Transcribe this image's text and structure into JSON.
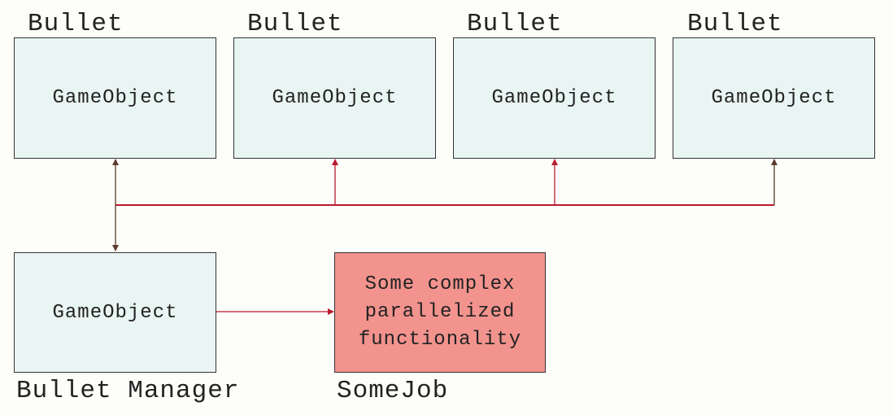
{
  "bullets": [
    {
      "caption": "Bullet",
      "label": "GameObject"
    },
    {
      "caption": "Bullet",
      "label": "GameObject"
    },
    {
      "caption": "Bullet",
      "label": "GameObject"
    },
    {
      "caption": "Bullet",
      "label": "GameObject"
    }
  ],
  "manager": {
    "caption": "Bullet Manager",
    "label": "GameObject"
  },
  "job": {
    "caption": "SomeJob",
    "lines": [
      "Some complex",
      "parallelized",
      "functionality"
    ]
  },
  "colors": {
    "box_fill": "#e9f5f3",
    "job_fill": "#f2938e",
    "connector_red": "#b81b2f",
    "connector_dark": "#5a3a2a",
    "background": "#fdfdf9"
  }
}
